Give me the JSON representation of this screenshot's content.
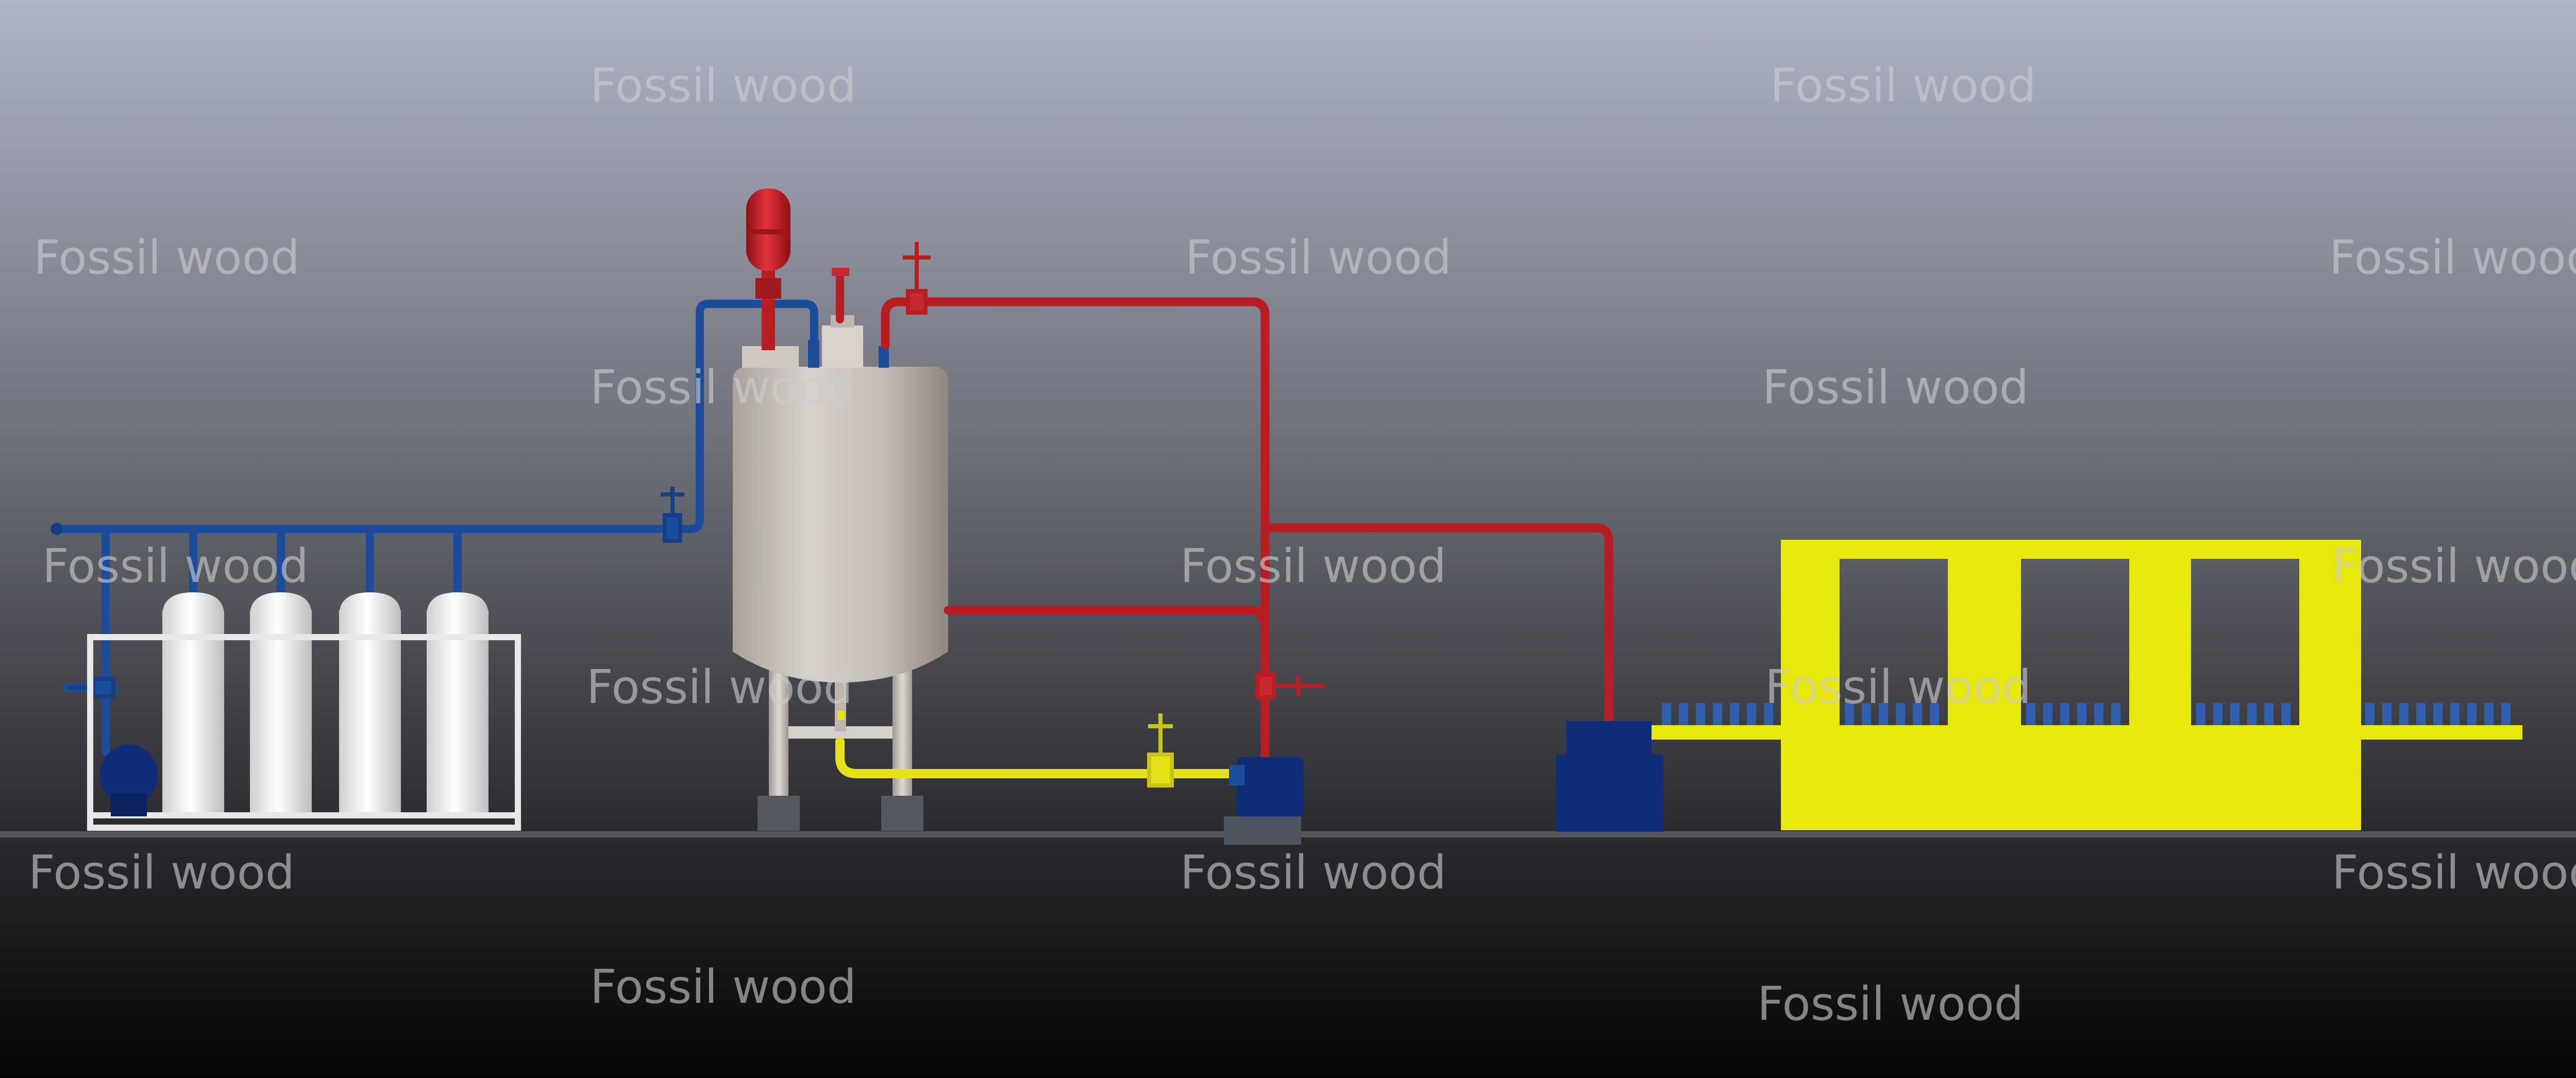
{
  "watermark": {
    "text": "Fossil wood",
    "color": "#c8c8c8"
  },
  "colors": {
    "background_top": "#aeb3c4",
    "background_mid": "#4e4f54",
    "background_bottom": "#050505",
    "ground_line": "#55565a",
    "pipe_blue": "#1c4c9c",
    "pipe_red": "#b81d22",
    "pipe_yellow": "#e6e21a",
    "tank_body": "#c9c2bc",
    "cylinder_white": "#f2f2f2",
    "equipment_navy": "#0f2c78",
    "conveyor_yellow": "#e8e80d",
    "motor_red": "#d41e26"
  },
  "components": {
    "gas_cylinders": 4,
    "conveyor_windows": 3
  }
}
